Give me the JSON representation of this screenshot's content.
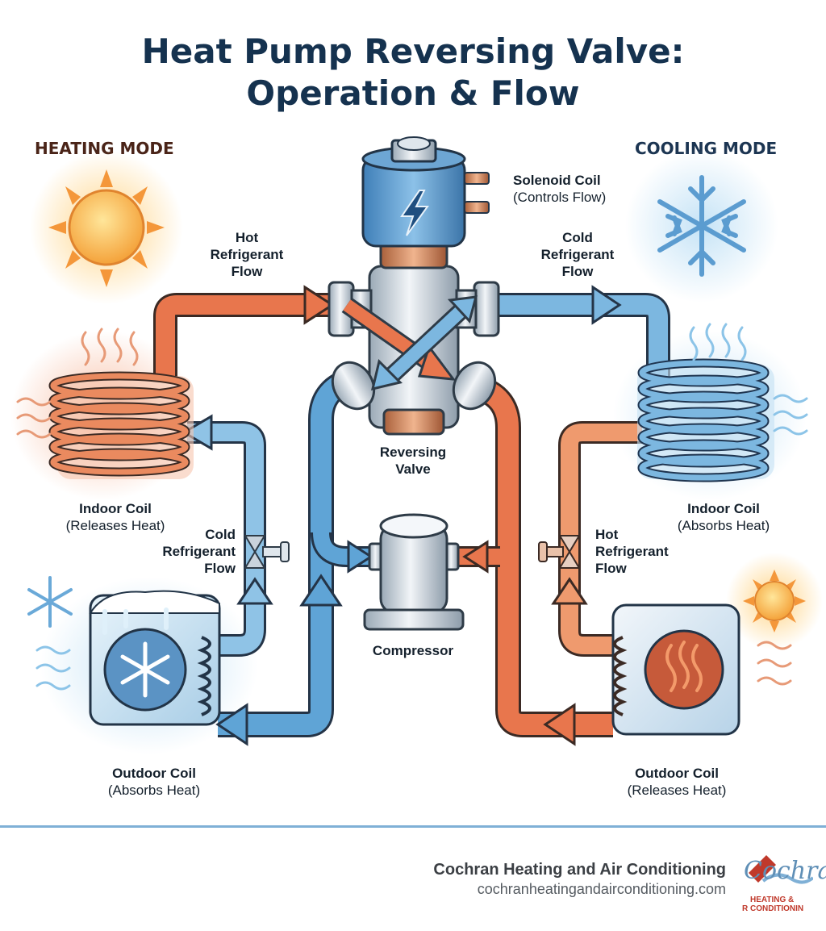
{
  "title": {
    "line1": "Heat Pump Reversing Valve:",
    "line2": "Operation & Flow"
  },
  "modes": {
    "heating": "HEATING MODE",
    "cooling": "COOLING MODE"
  },
  "labels": {
    "solenoid": {
      "title": "Solenoid Coil",
      "sub": "(Controls Flow)"
    },
    "reversing_valve": {
      "line1": "Reversing",
      "line2": "Valve"
    },
    "compressor": "Compressor",
    "hot_flow_top": {
      "line1": "Hot",
      "line2": "Refrigerant",
      "line3": "Flow"
    },
    "cold_flow_top": {
      "line1": "Cold",
      "line2": "Refrigerant",
      "line3": "Flow"
    },
    "cold_flow_left": {
      "line1": "Cold",
      "line2": "Refrigerant",
      "line3": "Flow"
    },
    "hot_flow_right": {
      "line1": "Hot",
      "line2": "Refrigerant",
      "line3": "Flow"
    },
    "indoor_left": {
      "title": "Indoor Coil",
      "sub": "(Releases Heat)"
    },
    "indoor_right": {
      "title": "Indoor Coil",
      "sub": "(Absorbs Heat)"
    },
    "outdoor_left": {
      "title": "Outdoor Coil",
      "sub": "(Absorbs Heat)"
    },
    "outdoor_right": {
      "title": "Outdoor Coil",
      "sub": "(Releases Heat)"
    }
  },
  "footer": {
    "company": "Cochran Heating and Air Conditioning",
    "url": "cochranheatingandairconditioning.com",
    "logo_script": "Cochran",
    "logo_line1": "HEATING &",
    "logo_line2": "R CONDITIONIN"
  },
  "colors": {
    "hot": "#e8764d",
    "cold": "#5fa4d6",
    "title": "#15324f",
    "divider": "#7fb0d6"
  },
  "icons": [
    "sun-icon",
    "snowflake-icon",
    "lightning-icon"
  ]
}
